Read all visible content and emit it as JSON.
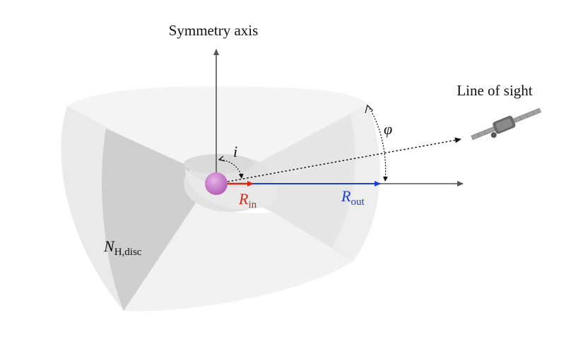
{
  "labels": {
    "symmetry_axis": "Symmetry axis",
    "line_of_sight": "Line of sight",
    "inclination": "i",
    "opening_angle": "φ",
    "r_in_main": "R",
    "r_in_sub": "in",
    "r_out_main": "R",
    "r_out_sub": "out",
    "nh_main": "N",
    "nh_sub": "H,disc"
  },
  "colors": {
    "r_in": "#d42a1a",
    "r_out": "#1f3fd0",
    "axis": "#555555",
    "disc_light": "#ececec",
    "disc_shade": "#d2d2d2",
    "source": "#c477c6"
  },
  "icons": {
    "satellite": "satellite-icon"
  }
}
